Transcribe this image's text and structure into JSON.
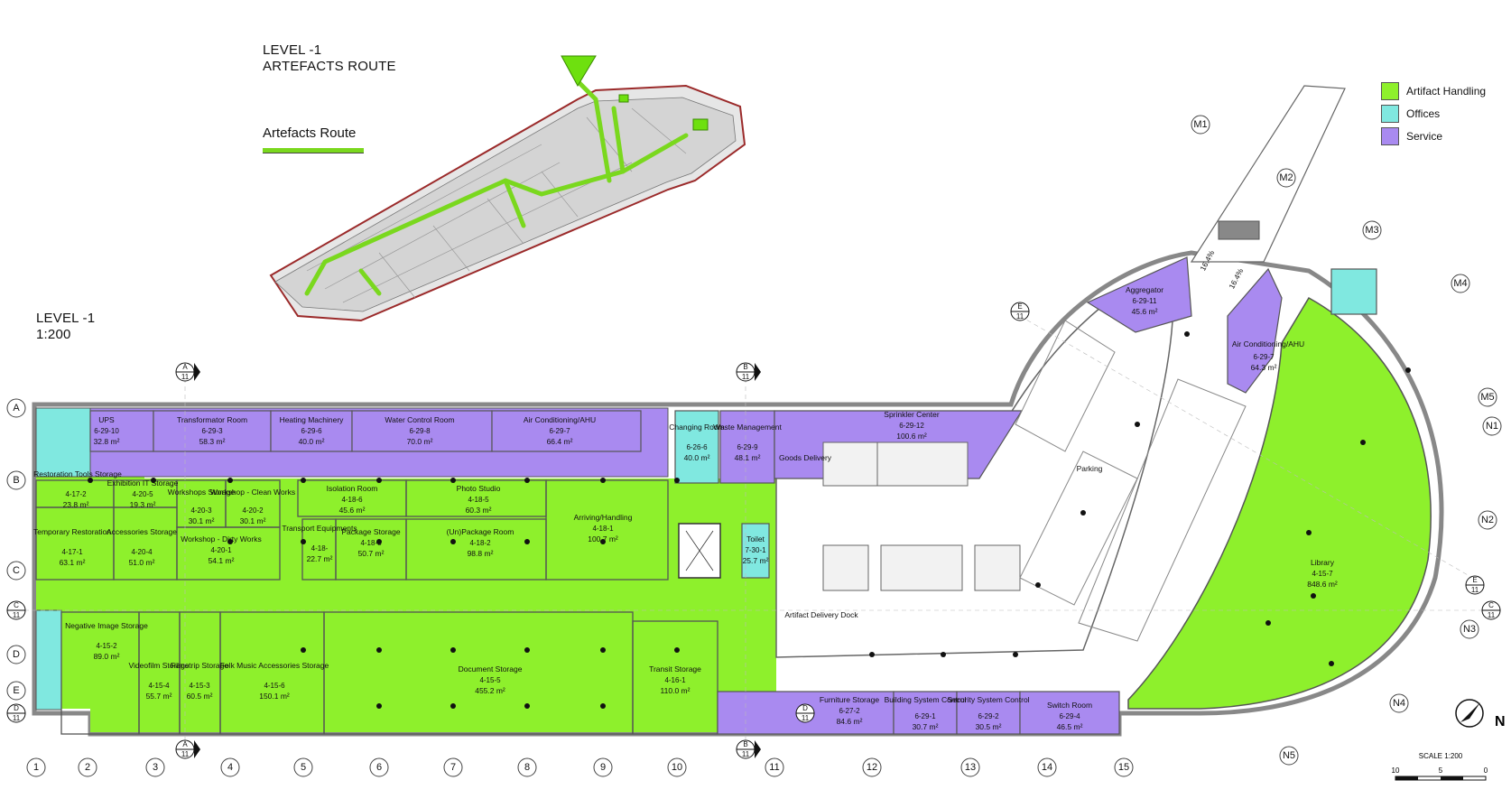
{
  "titles": {
    "route_title_line1": "LEVEL -1",
    "route_title_line2": "ARTEFACTS ROUTE",
    "route_legend_label": "Artefacts Route",
    "plan_title_line1": "LEVEL -1",
    "plan_title_line2": "1:200"
  },
  "legend": [
    {
      "label": "Artifact Handling",
      "color": "#8ef02c"
    },
    {
      "label": "Offices",
      "color": "#80e8e0"
    },
    {
      "label": "Service",
      "color": "#a98af0"
    }
  ],
  "colors": {
    "artifact_handling": "#8ef02c",
    "offices": "#80e8e0",
    "service": "#a98af0",
    "route": "#7ad81e",
    "wall": "#888888"
  },
  "grid": {
    "columns": [
      "1",
      "2",
      "3",
      "4",
      "5",
      "6",
      "7",
      "8",
      "9",
      "10",
      "11",
      "12",
      "13",
      "14",
      "15"
    ],
    "rows": [
      "A",
      "B",
      "C",
      "D",
      "E"
    ],
    "radial": [
      "M1",
      "M2",
      "M3",
      "M4",
      "M5",
      "N1",
      "N2",
      "N3",
      "N4",
      "N5"
    ]
  },
  "section_markers": [
    {
      "letter": "A",
      "num": "11"
    },
    {
      "letter": "B",
      "num": "11"
    },
    {
      "letter": "C",
      "num": "11"
    },
    {
      "letter": "D",
      "num": "11"
    },
    {
      "letter": "E",
      "num": "11"
    }
  ],
  "rooms": [
    {
      "name": "UPS",
      "code": "6-29-10",
      "area": "32.8 m²"
    },
    {
      "name": "Transformator Room",
      "code": "6-29-3",
      "area": "58.3 m²"
    },
    {
      "name": "Heating Machinery",
      "code": "6-29-6",
      "area": "40.0 m²"
    },
    {
      "name": "Water Control Room",
      "code": "6-29-8",
      "area": "70.0 m²"
    },
    {
      "name": "Air Conditioning/AHU",
      "code": "6-29-7",
      "area": "66.4 m²"
    },
    {
      "name": "Changing Room",
      "code": "6-26-6",
      "area": "40.0 m²"
    },
    {
      "name": "Waste Management",
      "code": "6-29-9",
      "area": "48.1 m²"
    },
    {
      "name": "Sprinkler Center",
      "code": "6-29-12",
      "area": "100.6 m²"
    },
    {
      "name": "Restoration Tools Storage",
      "code": "4-17-2",
      "area": "23.8 m²"
    },
    {
      "name": "Exhibition IT Storage",
      "code": "4-20-5",
      "area": "19.3 m²"
    },
    {
      "name": "Workshops Storage",
      "code": "4-20-3",
      "area": "30.1 m²"
    },
    {
      "name": "Workshop - Clean Works",
      "code": "4-20-2",
      "area": "30.1 m²"
    },
    {
      "name": "Isolation Room",
      "code": "4-18-6",
      "area": "45.6 m²"
    },
    {
      "name": "Photo Studio",
      "code": "4-18-5",
      "area": "60.3 m²"
    },
    {
      "name": "Arriving/Handling",
      "code": "4-18-1",
      "area": "100.7 m²"
    },
    {
      "name": "Temporary Restoration",
      "code": "4-17-1",
      "area": "63.1 m²"
    },
    {
      "name": "Accessories Storage",
      "code": "4-20-4",
      "area": "51.0 m²"
    },
    {
      "name": "Workshop - Dirty Works",
      "code": "4-20-1",
      "area": "54.1 m²"
    },
    {
      "name": "Transport Equipments",
      "code": "4-18-",
      "area": "22.7 m²"
    },
    {
      "name": "Package Storage",
      "code": "4-18-3",
      "area": "50.7 m²"
    },
    {
      "name": "(Un)Package Room",
      "code": "4-18-2",
      "area": "98.8 m²"
    },
    {
      "name": "Toilet",
      "code": "7-30-1",
      "area": "25.7 m²"
    },
    {
      "name": "Negative Image Storage",
      "code": "4-15-2",
      "area": "89.0 m²"
    },
    {
      "name": "Videofilm Storage",
      "code": "4-15-4",
      "area": "55.7 m²"
    },
    {
      "name": "Filmstrip Storage",
      "code": "4-15-3",
      "area": "60.5 m²"
    },
    {
      "name": "Folk Music Accessories Storage",
      "code": "4-15-6",
      "area": "150.1 m²"
    },
    {
      "name": "Document Storage",
      "code": "4-15-5",
      "area": "455.2 m²"
    },
    {
      "name": "Transit Storage",
      "code": "4-16-1",
      "area": "110.0 m²"
    },
    {
      "name": "Furniture Storage",
      "code": "6-27-2",
      "area": "84.6 m²"
    },
    {
      "name": "Building System Control",
      "code": "6-29-1",
      "area": "30.7 m²"
    },
    {
      "name": "Security System Control",
      "code": "6-29-2",
      "area": "30.5 m²"
    },
    {
      "name": "Switch Room",
      "code": "6-29-4",
      "area": "46.5 m²"
    },
    {
      "name": "Aggregator",
      "code": "6-29-11",
      "area": "45.6 m²"
    },
    {
      "name": "Air Conditioning/AHU",
      "code": "6-29-7",
      "area": "64.3 m²"
    },
    {
      "name": "Library",
      "code": "4-15-7",
      "area": "848.6 m²"
    }
  ],
  "labels": {
    "goods_delivery": "Goods Delivery",
    "artifact_delivery_dock": "Artifact Delivery Dock",
    "parking": "Parking",
    "ramp_1": "16.4%",
    "ramp_2": "16.4%"
  },
  "scale": {
    "title": "SCALE 1:200",
    "ticks": [
      "10",
      "5",
      "0"
    ]
  },
  "north": "N"
}
